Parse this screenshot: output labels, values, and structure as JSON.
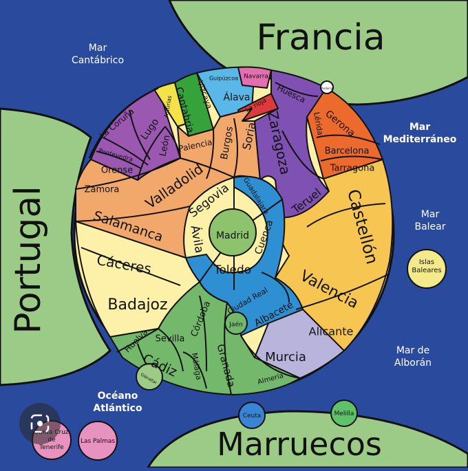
{
  "countries": [
    {
      "id": "francia",
      "label": "Francia"
    },
    {
      "id": "portugal",
      "label": "Portugal"
    },
    {
      "id": "marruecos",
      "label": "Marruecos"
    }
  ],
  "seas": [
    {
      "id": "cantabrico",
      "lines": [
        "Mar",
        "Cantábrico"
      ]
    },
    {
      "id": "mediterraneo",
      "lines": [
        "Mar",
        "Mediterráneo"
      ]
    },
    {
      "id": "balear",
      "lines": [
        "Mar",
        "Balear"
      ]
    },
    {
      "id": "alboran",
      "lines": [
        "Mar de",
        "Alborán"
      ]
    },
    {
      "id": "atlantico",
      "lines": [
        "Océano",
        "Atlántico"
      ]
    }
  ],
  "provinces": [
    {
      "id": "madrid",
      "label": "Madrid",
      "region": "madrid"
    },
    {
      "id": "segovia",
      "label": "Segovia",
      "region": "castilla-leon"
    },
    {
      "id": "avila",
      "label": "Ávila",
      "region": "castilla-leon"
    },
    {
      "id": "guadalajara",
      "label": "Guadalajara",
      "region": "castilla-la-mancha"
    },
    {
      "id": "cuenca",
      "label": "Cuenca",
      "region": "castilla-la-mancha"
    },
    {
      "id": "toledo",
      "label": "Toledo",
      "region": "castilla-la-mancha"
    },
    {
      "id": "ciudad-real",
      "label": "Ciudad Real",
      "region": "castilla-la-mancha"
    },
    {
      "id": "albacete",
      "label": "Albacete",
      "region": "castilla-la-mancha"
    },
    {
      "id": "valladolid",
      "label": "Valladolid",
      "region": "castilla-leon"
    },
    {
      "id": "zamora",
      "label": "Zamora",
      "region": "castilla-leon"
    },
    {
      "id": "salamanca",
      "label": "Salamanca",
      "region": "castilla-leon"
    },
    {
      "id": "leon",
      "label": "León",
      "region": "castilla-leon"
    },
    {
      "id": "palencia",
      "label": "Palencia",
      "region": "castilla-leon"
    },
    {
      "id": "burgos",
      "label": "Burgos",
      "region": "castilla-leon"
    },
    {
      "id": "soria",
      "label": "Soria",
      "region": "castilla-leon"
    },
    {
      "id": "caceres",
      "label": "Cáceres",
      "region": "extremadura"
    },
    {
      "id": "badajoz",
      "label": "Badajoz",
      "region": "extremadura"
    },
    {
      "id": "la-coruna",
      "label": "La Coruña",
      "region": "galicia"
    },
    {
      "id": "lugo",
      "label": "Lugo",
      "region": "galicia"
    },
    {
      "id": "pontevedra",
      "label": "Pontevedra",
      "region": "galicia"
    },
    {
      "id": "orense",
      "label": "Orense",
      "region": "galicia"
    },
    {
      "id": "asturias",
      "label": "Asturias",
      "region": "asturias"
    },
    {
      "id": "cantabria",
      "label": "Cantabria",
      "region": "cantabria"
    },
    {
      "id": "vizcaya",
      "label": "Vizcaya",
      "region": "pais-vasco"
    },
    {
      "id": "guipuzcoa",
      "label": "Guipúzcoa",
      "region": "pais-vasco"
    },
    {
      "id": "alava",
      "label": "Álava",
      "region": "pais-vasco"
    },
    {
      "id": "navarra",
      "label": "Navarra",
      "region": "navarra"
    },
    {
      "id": "la-rioja",
      "label": "La rioja",
      "region": "la-rioja"
    },
    {
      "id": "zaragoza",
      "label": "Zaragoza",
      "region": "aragon"
    },
    {
      "id": "huesca",
      "label": "Huesca",
      "region": "aragon"
    },
    {
      "id": "teruel",
      "label": "Teruel",
      "region": "aragon"
    },
    {
      "id": "gerona",
      "label": "Gerona",
      "region": "cataluna"
    },
    {
      "id": "lerida",
      "label": "Lérida",
      "region": "cataluna"
    },
    {
      "id": "barcelona",
      "label": "Barcelona",
      "region": "cataluna"
    },
    {
      "id": "tarragona",
      "label": "Tarragona",
      "region": "cataluna"
    },
    {
      "id": "andorra",
      "label": "Andorra",
      "region": "andorra"
    },
    {
      "id": "castellon",
      "label": "Castellón",
      "region": "valencia"
    },
    {
      "id": "valencia",
      "label": "Valencia",
      "region": "valencia"
    },
    {
      "id": "alicante",
      "label": "Alicante",
      "region": "valencia"
    },
    {
      "id": "murcia",
      "label": "Murcia",
      "region": "murcia"
    },
    {
      "id": "almeria",
      "label": "Almería",
      "region": "andalucia"
    },
    {
      "id": "granada",
      "label": "Granada",
      "region": "andalucia"
    },
    {
      "id": "jaen",
      "label": "Jaén",
      "region": "andalucia"
    },
    {
      "id": "cordoba",
      "label": "Córdoba",
      "region": "andalucia"
    },
    {
      "id": "sevilla",
      "label": "Sevilla",
      "region": "andalucia"
    },
    {
      "id": "huelva",
      "label": "Huelva",
      "region": "andalucia"
    },
    {
      "id": "cadiz",
      "label": "Cádiz",
      "region": "andalucia"
    },
    {
      "id": "malaga",
      "label": "Málaga",
      "region": "andalucia"
    },
    {
      "id": "gibraltar",
      "label": "Gibraltar",
      "region": "gibraltar"
    }
  ],
  "islands": [
    {
      "id": "islas-baleares",
      "lines": [
        "Islas",
        "Baleares"
      ]
    },
    {
      "id": "santa-cruz",
      "lines": [
        "Santa Cruz",
        "de",
        "Tenerife"
      ]
    },
    {
      "id": "las-palmas",
      "lines": [
        "Las Palmas"
      ]
    },
    {
      "id": "ceuta",
      "lines": [
        "Ceuta"
      ]
    },
    {
      "id": "melilla",
      "lines": [
        "Melilla"
      ]
    }
  ],
  "colors": {
    "sea": "#2a4a9e",
    "land": "#9ccb87",
    "madrid": "#8dc36c",
    "castilla-leon": "#f1a86a",
    "castilla-la-mancha": "#2f8fd3",
    "extremadura": "#fdf0a8",
    "galicia": "#9a58b0",
    "asturias": "#f3e24a",
    "cantabria": "#35a33a",
    "pais-vasco": "#59b8e7",
    "navarra": "#e36fb0",
    "la-rioja": "#dd3b3b",
    "aragon": "#7e51b3",
    "cataluna": "#ec6a2c",
    "andorra": "#ffffff",
    "valencia": "#f7c652",
    "murcia": "#b8b4dc",
    "andalucia": "#74b86c",
    "gibraltar": "#9ccb87",
    "balear": "#f4ea8c",
    "canarias": "#e892c0",
    "ceuta": "#3a84d6",
    "melilla": "#5fc26a"
  },
  "lens_icon": "image-search-icon"
}
